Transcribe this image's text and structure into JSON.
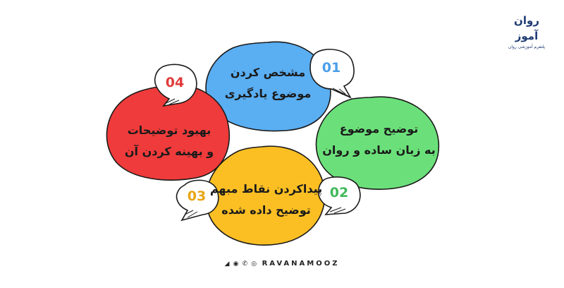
{
  "brand": {
    "logo_text": "روان آموز",
    "logo_tagline": "پلتفرم آموزشی روان",
    "color": "#1f3b73"
  },
  "steps": [
    {
      "number": "01",
      "line1": "مشخص کردن",
      "line2": "موضوع یادگیری",
      "color": "#5AAEF2",
      "number_color": "#4A9EE8"
    },
    {
      "number": "02",
      "line1": "توضیح موضوع",
      "line2": "به زبان ساده و روان",
      "color": "#6BE07A",
      "number_color": "#3FB95A"
    },
    {
      "number": "03",
      "line1": "پیداکردن نقاط مبهم",
      "line2": "توضیح داده شده",
      "color": "#FBBF24",
      "number_color": "#E8A514"
    },
    {
      "number": "04",
      "line1": "بهبود توضیحات",
      "line2": "و بهینه کردن آن",
      "color": "#EF3B3B",
      "number_color": "#E03A3A"
    }
  ],
  "footer": {
    "icons": [
      "telegram-icon",
      "instagram-icon",
      "whatsapp-icon",
      "aparat-icon"
    ],
    "icons_text": "◢ ◉ ✆ ◎",
    "handle": "RAVANAMOOZ"
  }
}
